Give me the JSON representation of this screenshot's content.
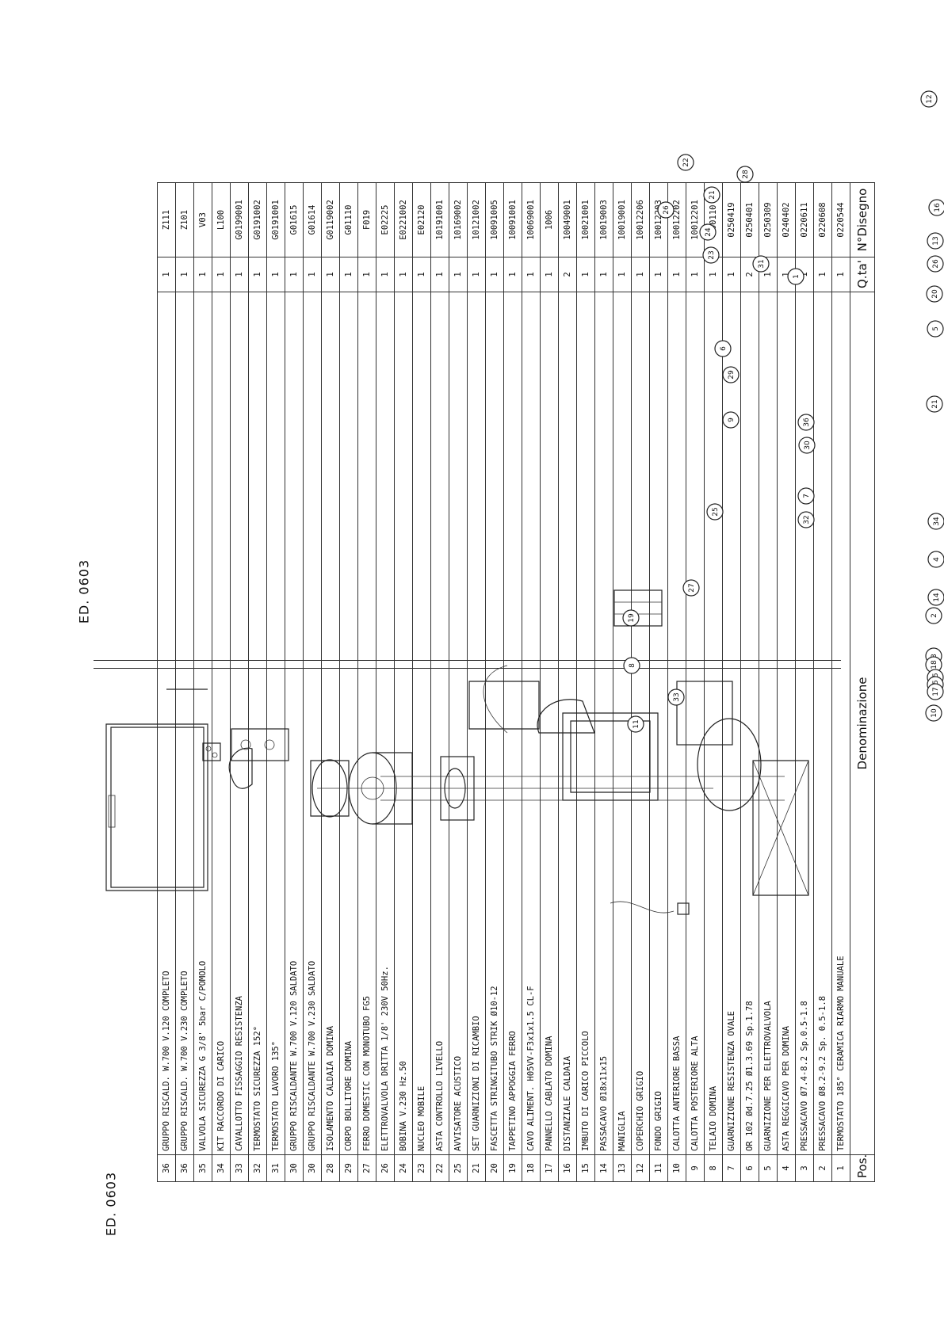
{
  "edition_top": "ED. 0603",
  "edition_bottom": "ED. 0603",
  "table": {
    "headers": {
      "pos": "Pos.",
      "denomination": "Denominazione",
      "qty": "Q.ta'",
      "code": "N°Disegno"
    },
    "rows": [
      {
        "pos": "36",
        "desc": "GRUPPO RISCALD. W.700 V.120 COMPLETO",
        "qty": "1",
        "code": "Z111"
      },
      {
        "pos": "36",
        "desc": "GRUPPO RISCALD. W.700 V.230 COMPLETO",
        "qty": "1",
        "code": "Z101"
      },
      {
        "pos": "35",
        "desc": "VALVOLA SICUREZZA G 3/8' 5bar C/POMOLO",
        "qty": "1",
        "code": "V03"
      },
      {
        "pos": "34",
        "desc": "KIT RACCORDO DI CARICO",
        "qty": "1",
        "code": "L100"
      },
      {
        "pos": "33",
        "desc": "CAVALLOTTO FISSAGGIO RESISTENZA",
        "qty": "1",
        "code": "G0199001"
      },
      {
        "pos": "32",
        "desc": "TERMOSTATO SICUREZZA 152°",
        "qty": "1",
        "code": "G0191002"
      },
      {
        "pos": "31",
        "desc": "TERMOSTATO LAVORO 135°",
        "qty": "1",
        "code": "G0191001"
      },
      {
        "pos": "30",
        "desc": "GRUPPO RISCALDANTE W.700 V.120 SALDATO",
        "qty": "1",
        "code": "G01615"
      },
      {
        "pos": "30",
        "desc": "GRUPPO RISCALDANTE W.700 V.230 SALDATO",
        "qty": "1",
        "code": "G01614"
      },
      {
        "pos": "28",
        "desc": "ISOLAMENTO CALDAIA DOMINA",
        "qty": "1",
        "code": "G0119002"
      },
      {
        "pos": "29",
        "desc": "CORPO BOLLITORE DOMINA",
        "qty": "1",
        "code": "G01110"
      },
      {
        "pos": "27",
        "desc": "FERRO DOMESTIC CON MONOTUBO FG5",
        "qty": "1",
        "code": "F019"
      },
      {
        "pos": "26",
        "desc": "ELETTROVALVOLA DRITTA 1/8' 230V 50Hz.",
        "qty": "1",
        "code": "E02225"
      },
      {
        "pos": "24",
        "desc": "BOBINA V.230 Hz.50",
        "qty": "1",
        "code": "E0221002"
      },
      {
        "pos": "23",
        "desc": "NUCLEO MOBILE",
        "qty": "1",
        "code": "E02120"
      },
      {
        "pos": "22",
        "desc": "ASTA CONTROLLO LIVELLO",
        "qty": "1",
        "code": "10191001"
      },
      {
        "pos": "25",
        "desc": "AVVISATORE ACUSTICO",
        "qty": "1",
        "code": "10169002"
      },
      {
        "pos": "21",
        "desc": "SET GUARNIZIONI DI RICAMBIO",
        "qty": "1",
        "code": "10121002"
      },
      {
        "pos": "20",
        "desc": "FASCETTA STRINGITUBO STRIK Ø10-12",
        "qty": "1",
        "code": "10091005"
      },
      {
        "pos": "19",
        "desc": "TAPPETINO APPOGGIA FERRO",
        "qty": "1",
        "code": "10091001"
      },
      {
        "pos": "18",
        "desc": "CAVO ALIMENT. H05VV-F3x1x1.5 CL-F",
        "qty": "1",
        "code": "10069001"
      },
      {
        "pos": "17",
        "desc": "PANNELLO CABLATO DOMINA",
        "qty": "1",
        "code": "1006"
      },
      {
        "pos": "16",
        "desc": "DISTANZIALE CALDAIA",
        "qty": "2",
        "code": "10049001"
      },
      {
        "pos": "15",
        "desc": "IMBUTO DI CARICO PICCOLO",
        "qty": "1",
        "code": "10021001"
      },
      {
        "pos": "14",
        "desc": "PASSACAVO Ø18x11x15",
        "qty": "1",
        "code": "10019003"
      },
      {
        "pos": "13",
        "desc": "MANIGLIA",
        "qty": "1",
        "code": "10019001"
      },
      {
        "pos": "12",
        "desc": "COPERCHIO GRIGIO",
        "qty": "1",
        "code": "10012206"
      },
      {
        "pos": "11",
        "desc": "FONDO GRIGIO",
        "qty": "1",
        "code": "10012203"
      },
      {
        "pos": "10",
        "desc": "CALOTTA ANTERIORE BASSA",
        "qty": "1",
        "code": "10012202"
      },
      {
        "pos": "9",
        "desc": "CALOTTA POSTERIORE ALTA",
        "qty": "1",
        "code": "10012201"
      },
      {
        "pos": "8",
        "desc": "TELAIO DOMINA",
        "qty": "1",
        "code": "100110"
      },
      {
        "pos": "7",
        "desc": "GUARNIZIONE RESISTENZA OVALE",
        "qty": "1",
        "code": "0250419"
      },
      {
        "pos": "6",
        "desc": "OR 102 Ød.7.25 Ø1.3.69 Sp.1.78",
        "qty": "2",
        "code": "0250401"
      },
      {
        "pos": "5",
        "desc": "GUARNIZIONE PER ELETTROVALVOLA",
        "qty": "1",
        "code": "0250309"
      },
      {
        "pos": "4",
        "desc": "ASTA REGGICAVO PER DOMINA",
        "qty": "1",
        "code": "0240402"
      },
      {
        "pos": "3",
        "desc": "PRESSACAVO Ø7.4-8.2 Sp.0.5-1.8",
        "qty": "1",
        "code": "0220611"
      },
      {
        "pos": "2",
        "desc": "PRESSACAVO Ø8.2-9.2 Sp. 0.5-1.8",
        "qty": "1",
        "code": "0220608"
      },
      {
        "pos": "1",
        "desc": "TERMOSTATO 185° CERAMICA RIARMO MANUALE",
        "qty": "1",
        "code": "0220544"
      }
    ]
  },
  "callouts": [
    "12",
    "22",
    "21",
    "26",
    "24",
    "23",
    "28",
    "6",
    "29",
    "9",
    "25",
    "27",
    "19",
    "8",
    "33",
    "11",
    "31",
    "1",
    "36",
    "30",
    "7",
    "32",
    "16",
    "13",
    "26",
    "20",
    "5",
    "21",
    "34",
    "4",
    "14",
    "2",
    "3",
    "18",
    "35",
    "15",
    "17",
    "10"
  ]
}
